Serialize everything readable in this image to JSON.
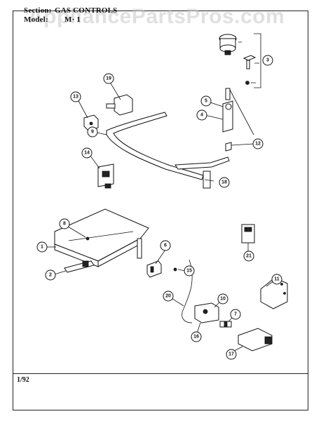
{
  "header": {
    "section_label": "Section:",
    "section_title": "GAS CONTROLS",
    "model_label": "Model:",
    "model_value": "M· 1"
  },
  "watermark": "AppliancePartsPros.com",
  "footer": {
    "date": "1/92"
  },
  "callouts": {
    "c1": "1",
    "c2": "2",
    "c3": "3",
    "c4": "4",
    "c5": "5",
    "c6": "6",
    "c7": "7",
    "c8": "8",
    "c9": "9",
    "c10": "10",
    "c11": "11",
    "c12": "12",
    "c13": "13",
    "c14": "14",
    "c15": "15",
    "c16": "16",
    "c17": "17",
    "c18": "18",
    "c19": "19",
    "c20": "20",
    "c21": "21"
  }
}
